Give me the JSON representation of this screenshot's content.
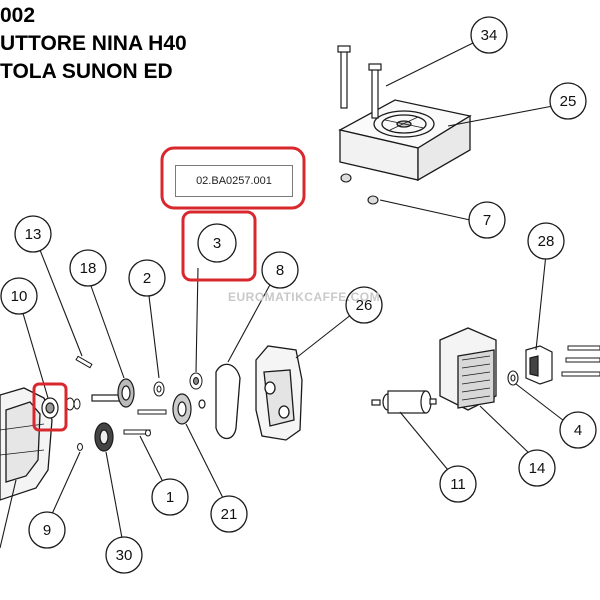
{
  "title": {
    "line1": "002",
    "line2": "UTTORE NINA H40",
    "line3": "TOLA SUNON ED"
  },
  "part_code": "02.BA0257.001",
  "watermark": "EUROMATIKCAFFE.COM",
  "callouts": [
    {
      "id": "34",
      "label": "34"
    },
    {
      "id": "25",
      "label": "25"
    },
    {
      "id": "7",
      "label": "7"
    },
    {
      "id": "3",
      "label": "3"
    },
    {
      "id": "13",
      "label": "13"
    },
    {
      "id": "18",
      "label": "18"
    },
    {
      "id": "2",
      "label": "2"
    },
    {
      "id": "8",
      "label": "8"
    },
    {
      "id": "26",
      "label": "26"
    },
    {
      "id": "28",
      "label": "28"
    },
    {
      "id": "10",
      "label": "10"
    },
    {
      "id": "4",
      "label": "4"
    },
    {
      "id": "11",
      "label": "11"
    },
    {
      "id": "14",
      "label": "14"
    },
    {
      "id": "1",
      "label": "1"
    },
    {
      "id": "21",
      "label": "21"
    },
    {
      "id": "9",
      "label": "9"
    },
    {
      "id": "30",
      "label": "30"
    }
  ],
  "highlight_color": "#d9272e",
  "line_color": "#1a1a1a"
}
